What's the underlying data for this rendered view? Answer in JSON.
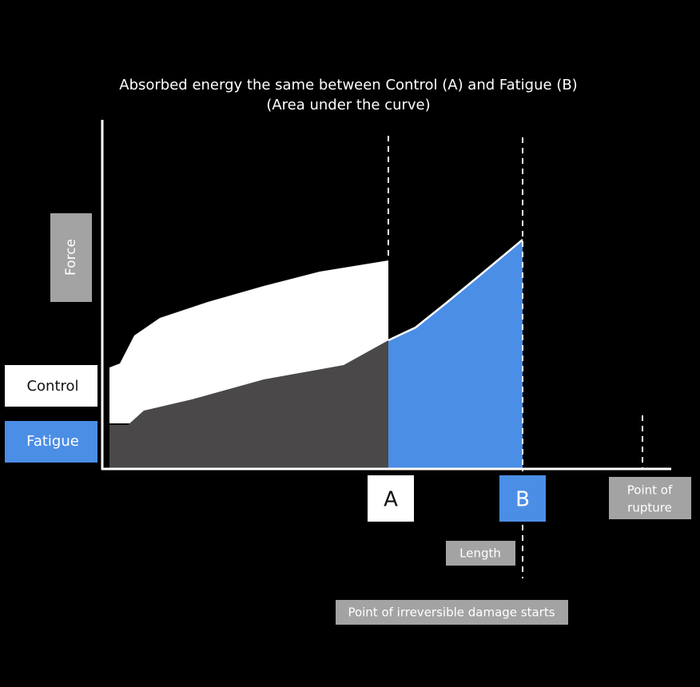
{
  "title": {
    "line1": "Absorbed energy the same between Control (A) and Fatigue (B)",
    "line2": "(Area under the curve)"
  },
  "axes": {
    "y_label": "Force",
    "x_label": "Length"
  },
  "legend": {
    "control": "Control",
    "fatigue": "Fatigue"
  },
  "markers": {
    "a": "A",
    "b": "B",
    "rupture_line1": "Point of",
    "rupture_line2": "rupture",
    "damage": "Point of irreversible damage starts"
  },
  "colors": {
    "background": "#000000",
    "control_fill": "#ffffff",
    "overlap_fill": "#4a4848",
    "fatigue_fill": "#4b8ee6",
    "axis": "#ffffff",
    "label_box": "#a3a3a3",
    "label_text": "#ffffff"
  }
}
